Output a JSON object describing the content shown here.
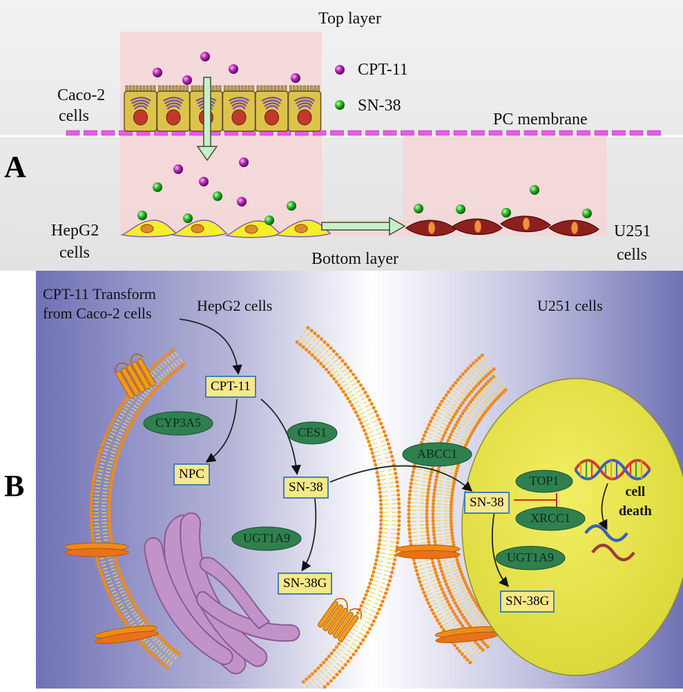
{
  "panel_a": {
    "letter": "A",
    "top_layer": "Top layer",
    "bottom_layer": "Bottom layer",
    "membrane": "PC membrane",
    "caco2": [
      "Caco-2",
      "cells"
    ],
    "hepg2": [
      "HepG2",
      "cells"
    ],
    "u251": [
      "U251",
      "cells"
    ],
    "legend": [
      {
        "label": "CPT-11",
        "color": "#b01fb5"
      },
      {
        "label": "SN-38",
        "color": "#22b022"
      }
    ]
  },
  "panel_b": {
    "letter": "B",
    "source_note": [
      "CPT-11 Transform",
      "from Caco-2 cells"
    ],
    "hepg2_title": "HepG2 cells",
    "u251_title": "U251 cells",
    "compounds": {
      "cpt11": "CPT-11",
      "npc": "NPC",
      "sn38_hepg2": "SN-38",
      "sn38g_hepg2": "SN-38G",
      "sn38_u251": "SN-38",
      "sn38g_u251": "SN-38G"
    },
    "enzymes": {
      "cyp3a5": "CYP3A5",
      "ces1": "CES1",
      "ugt1a9_hepg2": "UGT1A9",
      "abcc1": "ABCC1",
      "top1": "TOP1",
      "xrcc1": "XRCC1",
      "ugt1a9_u251": "UGT1A9"
    },
    "outcome": [
      "cell",
      "death"
    ]
  },
  "colors": {
    "cpt11": "#b01fb5",
    "sn38": "#22b022",
    "membrane": "#e65ce6",
    "enzyme": "#2f7f4f",
    "compound_box": "#f7e98a",
    "nucleus": "#e5e23a",
    "panel_b_bg": "#7a7cbc"
  }
}
